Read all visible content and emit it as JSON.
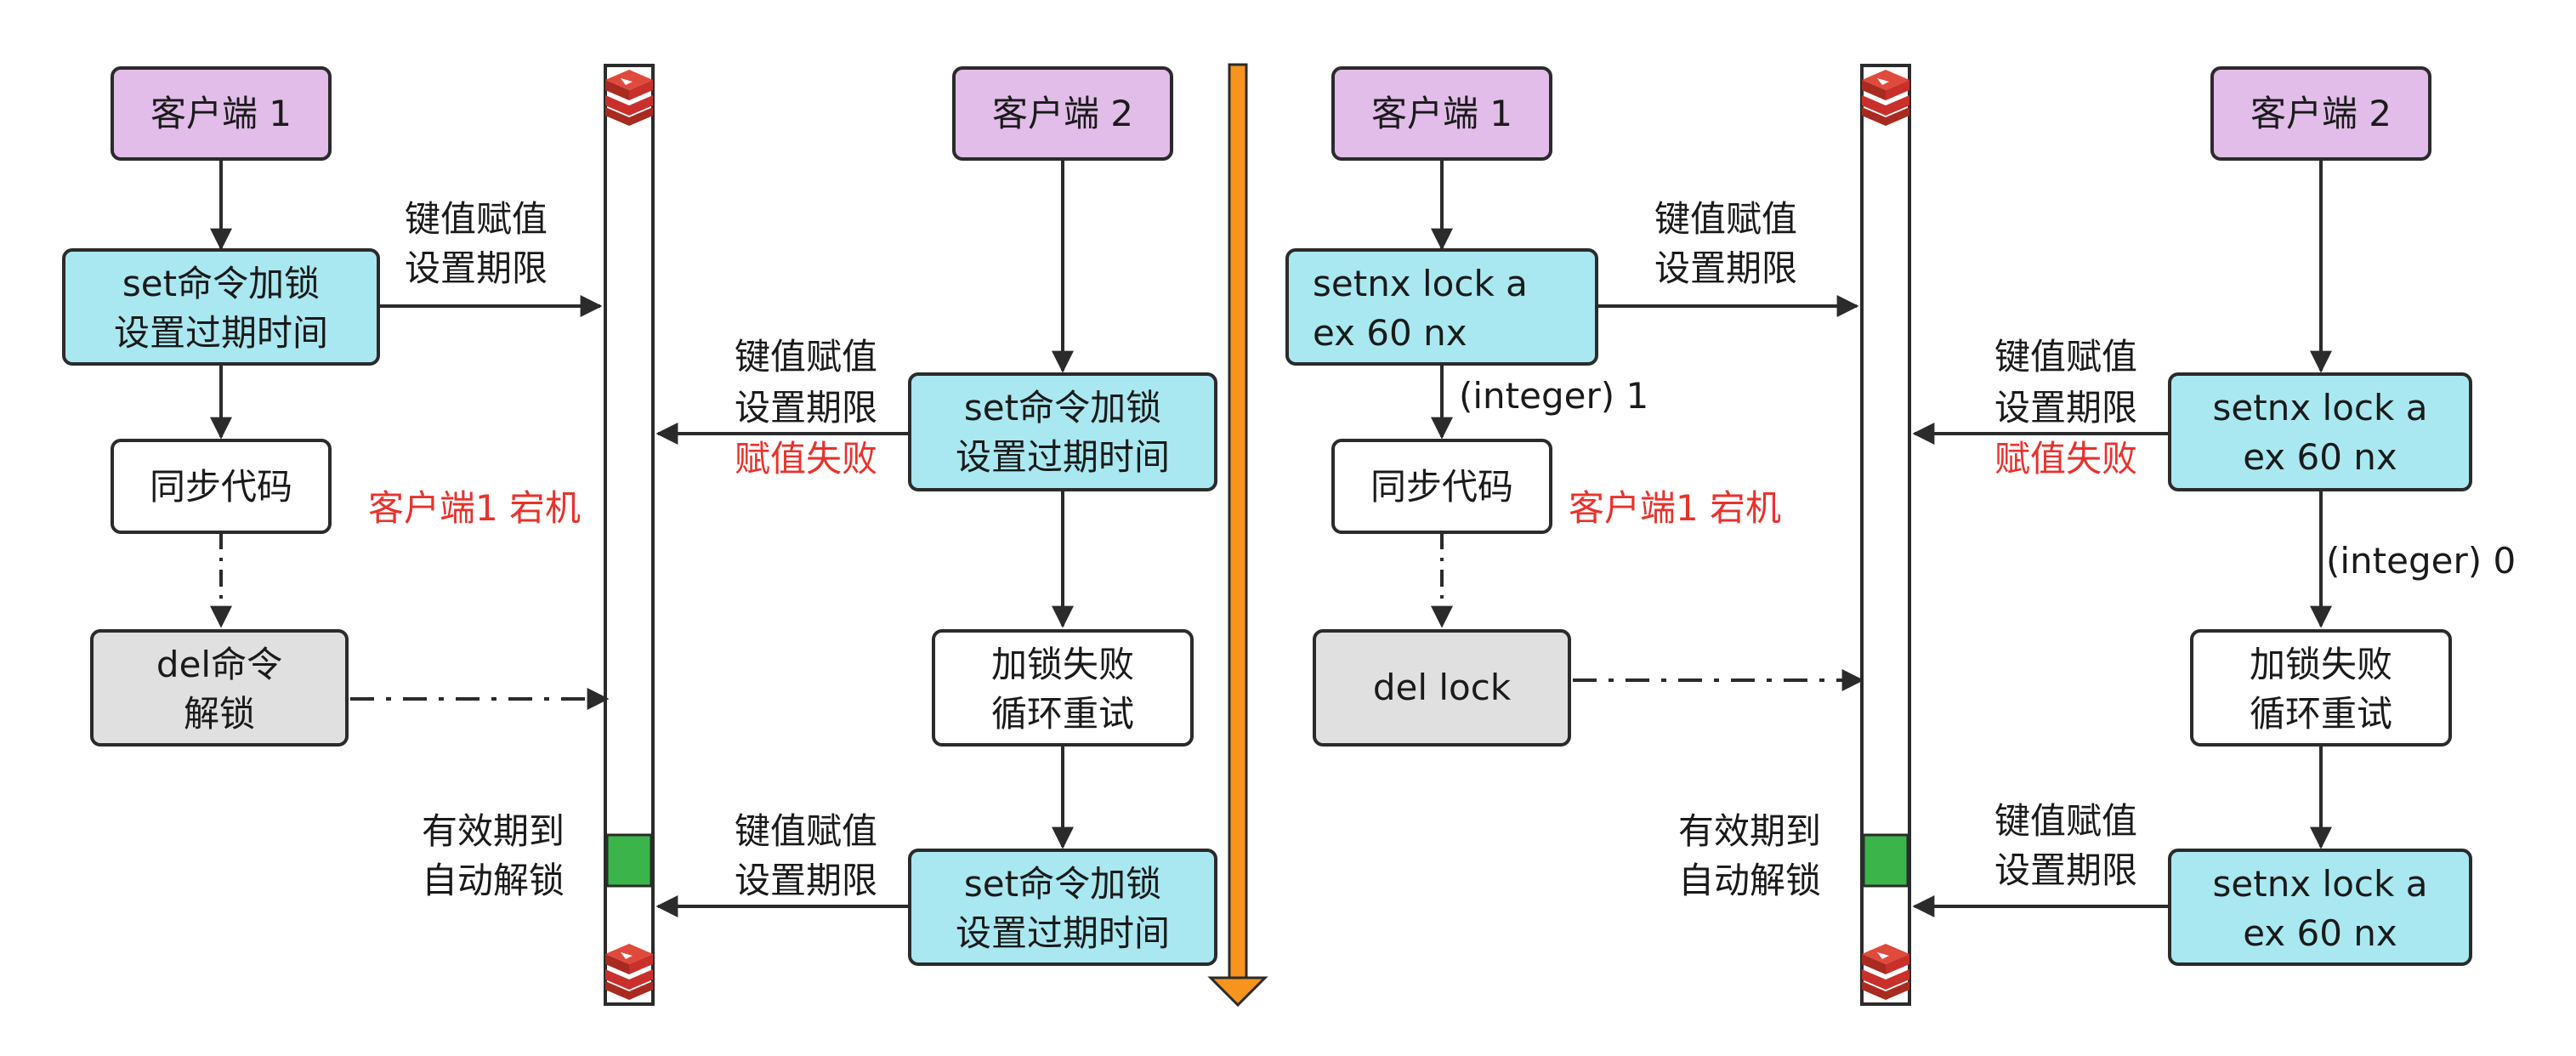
{
  "colors": {
    "client_fill": "#e2bde9",
    "command_fill": "#a9e8f0",
    "plain_fill": "#ffffff",
    "del_fill": "#e0e0e0",
    "stroke": "#2b2b2b",
    "warning_text": "#e8322c",
    "expiry_block": "#3bb54a",
    "divider": "#f7941d",
    "redis_logo": "#c9302c"
  },
  "icons": [
    "redis-logo-icon"
  ],
  "left": {
    "client1": "客户端 1",
    "client2": "客户端 2",
    "c1_cmd": [
      "set命令加锁",
      "设置过期时间"
    ],
    "c1_arrow_label": [
      "键值赋值",
      "设置期限"
    ],
    "c1_sync": "同步代码",
    "c1_crash": "客户端1 宕机",
    "c1_del": [
      "del命令",
      "解锁"
    ],
    "c2_arrow_label": [
      "键值赋值",
      "设置期限"
    ],
    "c2_fail": "赋值失败",
    "c2_cmd": [
      "set命令加锁",
      "设置过期时间"
    ],
    "c2_retry": [
      "加锁失败",
      "循环重试"
    ],
    "expiry_label": [
      "有效期到",
      "自动解锁"
    ],
    "c2_arrow_label2": [
      "键值赋值",
      "设置期限"
    ],
    "c2_cmd2": [
      "set命令加锁",
      "设置过期时间"
    ]
  },
  "right": {
    "client1": "客户端 1",
    "client2": "客户端 2",
    "c1_cmd": [
      "setnx lock a",
      "ex 60 nx"
    ],
    "c1_arrow_label": [
      "键值赋值",
      "设置期限"
    ],
    "c1_reply": "(integer) 1",
    "c1_sync": "同步代码",
    "c1_crash": "客户端1 宕机",
    "c1_del": "del lock",
    "c2_arrow_label": [
      "键值赋值",
      "设置期限"
    ],
    "c2_fail": "赋值失败",
    "c2_cmd": [
      "setnx lock a",
      "ex 60 nx"
    ],
    "c2_reply": "(integer) 0",
    "c2_retry": [
      "加锁失败",
      "循环重试"
    ],
    "expiry_label": [
      "有效期到",
      "自动解锁"
    ],
    "c2_arrow_label2": [
      "键值赋值",
      "设置期限"
    ],
    "c2_cmd2": [
      "setnx lock a",
      "ex 60 nx"
    ]
  }
}
